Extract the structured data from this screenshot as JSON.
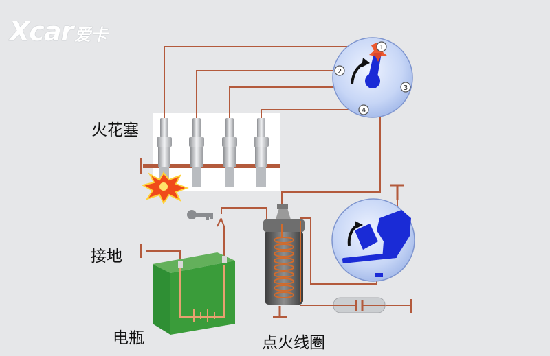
{
  "logo": {
    "brand_text": "Xcar",
    "cn_text": "爱卡"
  },
  "labels": {
    "spark_plug": "火花塞",
    "ground": "接地",
    "battery": "电瓶",
    "ignition_coil": "点火线圈"
  },
  "distributor": {
    "terminals": [
      "1",
      "2",
      "3",
      "4"
    ]
  },
  "colors": {
    "wire": "#b35a3c",
    "distributor_blue": "#1a2bd6",
    "globe": "#c4d3f3",
    "battery_green": "#3a9c3a",
    "coil_body": "#5a5a5a",
    "coil_winding": "#d16b2c",
    "spark": "#f04a1a",
    "panel": "#ffffff"
  }
}
